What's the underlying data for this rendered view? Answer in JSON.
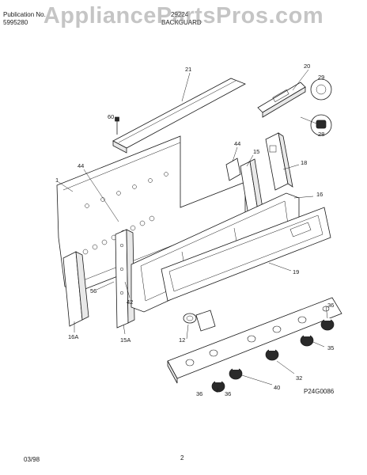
{
  "header": {
    "publication_label": "Publication No.",
    "publication_number": "5995280",
    "model": "29224",
    "section_title": "BACKGUARD"
  },
  "watermark": "AppliancePartsPros.com",
  "callouts": [
    "21",
    "20",
    "29",
    "28",
    "60",
    "44",
    "15",
    "18",
    "1",
    "44",
    "16",
    "19",
    "56",
    "42",
    "16A",
    "15A",
    "36",
    "12",
    "35",
    "32",
    "40",
    "36",
    "36"
  ],
  "diagram_code": "P24G0086",
  "footer": {
    "date": "03/98",
    "page_number": "2"
  }
}
